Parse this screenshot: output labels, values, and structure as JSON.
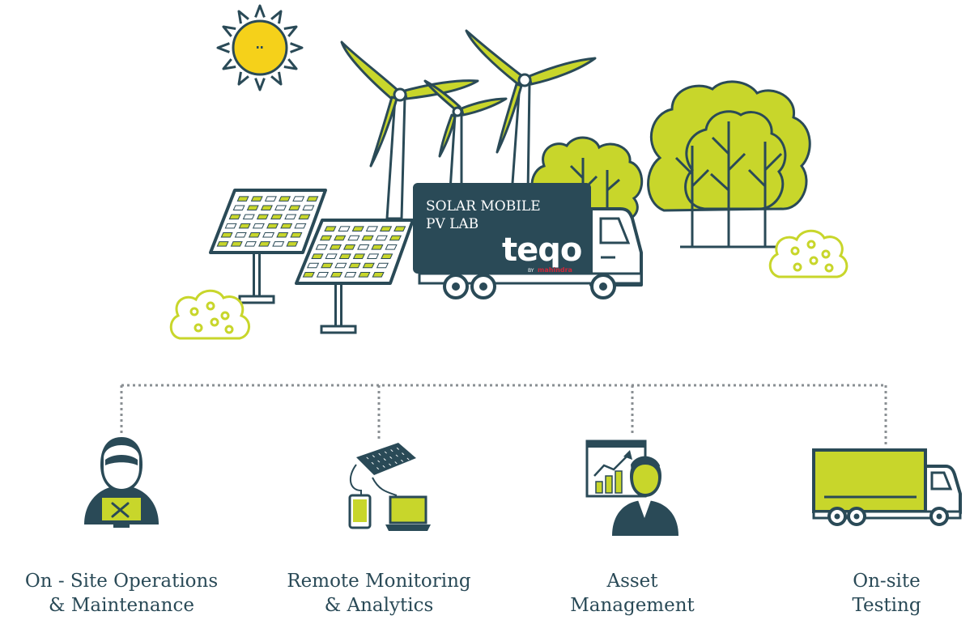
{
  "truck": {
    "line1": "SOLAR MOBILE",
    "line2": "PV LAB",
    "brand": "teqo",
    "brand_by": "BY",
    "brand_parent": "mahindra"
  },
  "services": [
    {
      "line1": "On - Site Operations",
      "line2": "& Maintenance",
      "icon": "technician-icon"
    },
    {
      "line1": "Remote Monitoring",
      "line2": "& Analytics",
      "icon": "solar-panel-devices-icon"
    },
    {
      "line1": "Asset",
      "line2": "Management",
      "icon": "analyst-chart-icon"
    },
    {
      "line1": "On-site",
      "line2": "Testing",
      "icon": "delivery-truck-icon"
    }
  ],
  "colors": {
    "navy": "#2a4a57",
    "lime": "#c8d62b",
    "sun": "#f5d11a",
    "gray": "#8a8f93",
    "red": "#d0263a"
  }
}
